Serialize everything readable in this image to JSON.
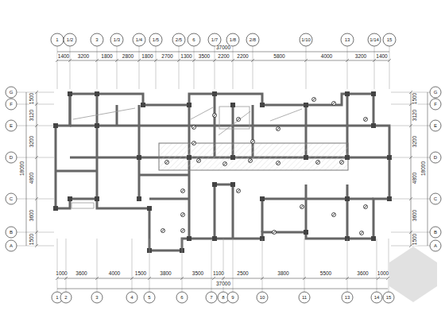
{
  "diagram": {
    "labels": [
      "1",
      "1/2",
      "3",
      "1/3",
      "1/4",
      "1/5",
      "2/5",
      "6",
      "1/7",
      "1/8",
      "2/8",
      "1/10",
      "13",
      "1/14",
      "15",
      "37000",
      "1400",
      "3200",
      "1800",
      "2800",
      "1800",
      "2700",
      "1300",
      "3500",
      "2200",
      "2200",
      "5800",
      "4000",
      "3200",
      "1400",
      "1000",
      "3600",
      "4000",
      "1500",
      "3800",
      "3500",
      "1100",
      "2500",
      "3800",
      "5500",
      "3600",
      "1000",
      "37000",
      "1",
      "2",
      "3",
      "4",
      "5",
      "6",
      "7",
      "8",
      "9",
      "10",
      "11",
      "13",
      "14",
      "15",
      "G",
      "F",
      "E",
      "D",
      "C",
      "B",
      "A",
      "1500",
      "3120",
      "3200",
      "4800",
      "3600",
      "1500",
      "18000",
      "G",
      "F",
      "E",
      "D",
      "C",
      "B",
      "A",
      "1500",
      "3120",
      "3200",
      "4800",
      "3600",
      "1500",
      "18000"
    ]
  }
}
